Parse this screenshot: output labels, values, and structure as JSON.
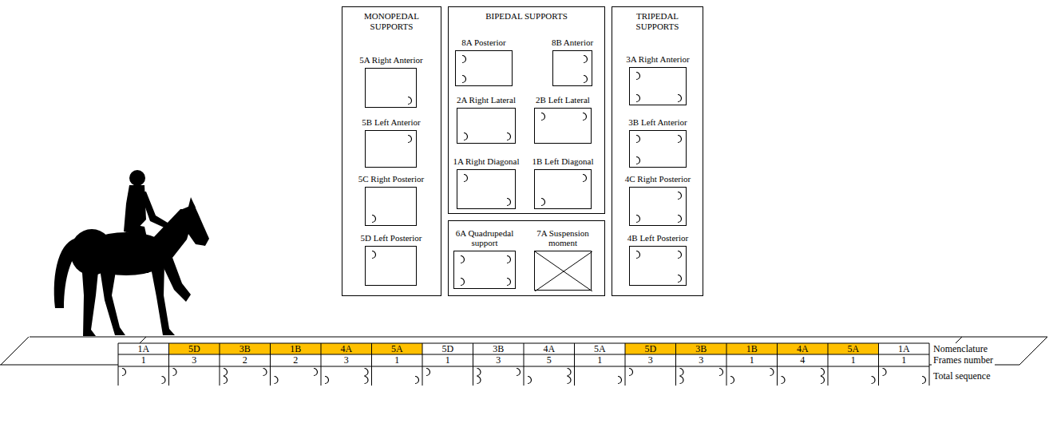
{
  "diagram": {
    "nodes": [
      {
        "text": [
          "MONOPEDAL SUPPORTS"
        ]
      },
      {
        "text": [
          "5A Right Anterior"
        ],
        "in": 0
      },
      {
        "text": [
          "5B Left Anterior"
        ],
        "in": 0
      },
      {
        "text": [
          "5C Right Posterior"
        ],
        "in": 0
      },
      {
        "text": [
          "5D Left Posterior"
        ],
        "in": 0
      },
      {
        "text": [
          "BIPEDAL SUPPORTS"
        ]
      },
      {
        "text": [
          "8A Posterior"
        ],
        "in": 5
      },
      {
        "text": [
          "8B Anterior"
        ],
        "in": 5
      },
      {
        "text": [
          "2A Right Lateral"
        ],
        "in": 5
      },
      {
        "text": [
          "2B Left Lateral"
        ],
        "in": 5
      },
      {
        "text": [
          "1A Right Diagonal"
        ],
        "in": 5
      },
      {
        "text": [
          "1B Left Diagonal"
        ],
        "in": 5
      },
      {
        "text": []
      },
      {
        "text": [
          "6A Quadrupedal support"
        ],
        "in": 12
      },
      {
        "text": [
          "7A Suspension moment"
        ],
        "in": 12
      },
      {
        "text": [
          "TRIPEDAL SUPPORTS"
        ]
      },
      {
        "text": [
          "3A Right Anterior"
        ],
        "in": 15
      },
      {
        "text": [
          "3B Left Anterior"
        ],
        "in": 15
      },
      {
        "text": [
          "4C Right Posterior"
        ],
        "in": 15
      },
      {
        "text": [
          "4B Left Posterior"
        ],
        "in": 15
      }
    ],
    "labels": [
      "1A",
      "5D",
      "3B",
      "1B",
      "4A",
      "5A",
      "5D",
      "3B",
      "4A",
      "5A",
      "5D",
      "3B",
      "1B",
      "4A",
      "5A",
      "1A",
      "Nomenclature",
      "1",
      "3",
      "2",
      "2",
      "3",
      "1",
      "1",
      "3",
      "5",
      "1",
      "3",
      "3",
      "1",
      "4",
      "1",
      "1",
      "Frames number",
      "Total sequence"
    ]
  }
}
